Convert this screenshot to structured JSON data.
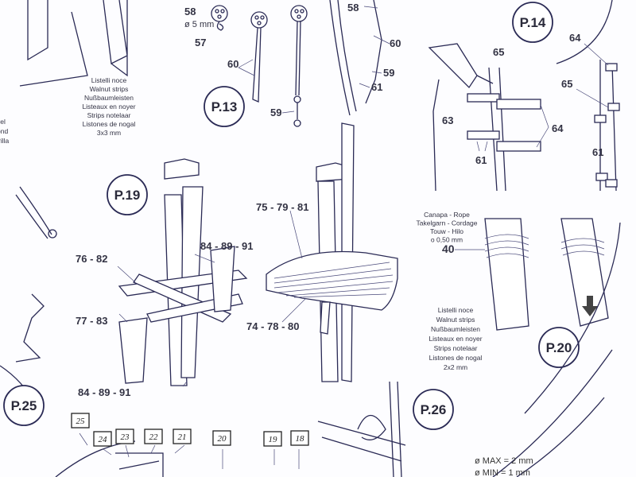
{
  "p13": {
    "step": "P.13",
    "l58": "58",
    "diam": "ø 5 mm",
    "l57": "57",
    "l60": "60",
    "l59": "59"
  },
  "top_center": {
    "l58": "58",
    "l60": "60",
    "l59": "59",
    "l61": "61"
  },
  "p14": {
    "step": "P.14",
    "l65a": "65",
    "l64a": "64",
    "l65b": "65",
    "l63": "63",
    "l64b": "64",
    "l61a": "61",
    "l61b": "61"
  },
  "strips_3x3": [
    "Listelli noce",
    "Walnut strips",
    "Nußbaumleisten",
    "Listeaux en noyer",
    "Strips notelaar",
    "Listones de nogal",
    "3x3 mm"
  ],
  "left_cut_text": [
    "vel",
    "ond",
    "rilla"
  ],
  "p19": {
    "step": "P.19",
    "l76": "76 - 82",
    "l84a": "84 - 89 - 91",
    "l77": "77 - 83",
    "l84b": "84 - 89 - 91",
    "l75": "75 - 79 - 81",
    "l74": "74 - 78 - 80"
  },
  "rope": [
    "Canapa - Rope",
    "Takelgarn - Cordage",
    "Touw - Hilo",
    "ο 0,50 mm"
  ],
  "rope_num": "40",
  "strips_2x2": [
    "Listelli noce",
    "Walnut strips",
    "Nußbaumleisten",
    "Listeaux en noyer",
    "Strips notelaar",
    "Listones de nogal",
    "2x2 mm"
  ],
  "p20": {
    "step": "P.20"
  },
  "p25": {
    "step": "P.25"
  },
  "p26": {
    "step": "P.26",
    "max": "ø MAX = 2 mm",
    "min": "ø MIN = 1 mm"
  },
  "boxes": [
    "25",
    "24",
    "23",
    "22",
    "21",
    "20",
    "19",
    "18"
  ],
  "colors": {
    "line": "#2a2a55",
    "arrow": "#444444"
  }
}
